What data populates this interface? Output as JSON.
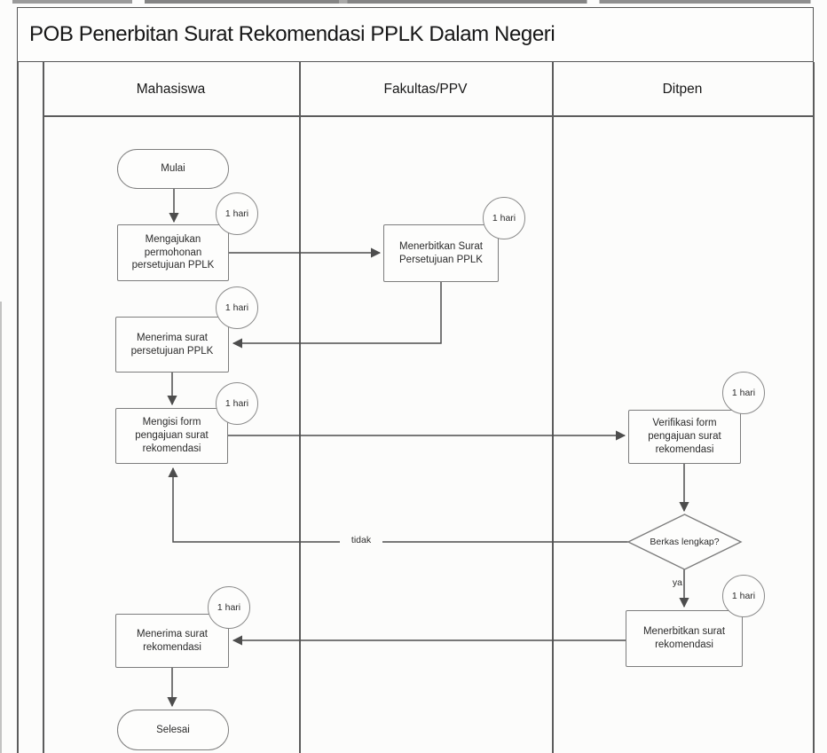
{
  "title": "POB Penerbitan Surat Rekomendasi PPLK Dalam Negeri",
  "lanes": [
    {
      "label": "Mahasiswa"
    },
    {
      "label": "Fakultas/PPV"
    },
    {
      "label": "Ditpen"
    }
  ],
  "nodes": {
    "start": {
      "label": "Mulai"
    },
    "ajukan": {
      "label": "Mengajukan permohonan persetujuan PPLK",
      "duration": "1 hari"
    },
    "terbit_persetujuan": {
      "label": "Menerbitkan Surat Persetujuan PPLK",
      "duration": "1 hari"
    },
    "terima_persetujuan": {
      "label": "Menerima surat persetujuan PPLK",
      "duration": "1 hari"
    },
    "isi_form": {
      "label": "Mengisi form pengajuan surat rekomendasi",
      "duration": "1 hari"
    },
    "verifikasi": {
      "label": "Verifikasi form pengajuan surat rekomendasi",
      "duration": "1 hari"
    },
    "decision": {
      "label": "Berkas lengkap?"
    },
    "terbit_rekom": {
      "label": "Menerbitkan surat rekomendasi",
      "duration": "1 hari"
    },
    "terima_rekom": {
      "label": "Menerima surat rekomendasi",
      "duration": "1 hari"
    },
    "end": {
      "label": "Selesai"
    }
  },
  "edge_labels": {
    "no": "tidak",
    "yes": "ya"
  },
  "colors": {
    "connector": "#4d4d4d",
    "box_border": "#7d7d7d",
    "frame_border": "#565656",
    "text": "#222222",
    "background": "#fcfcfb"
  }
}
